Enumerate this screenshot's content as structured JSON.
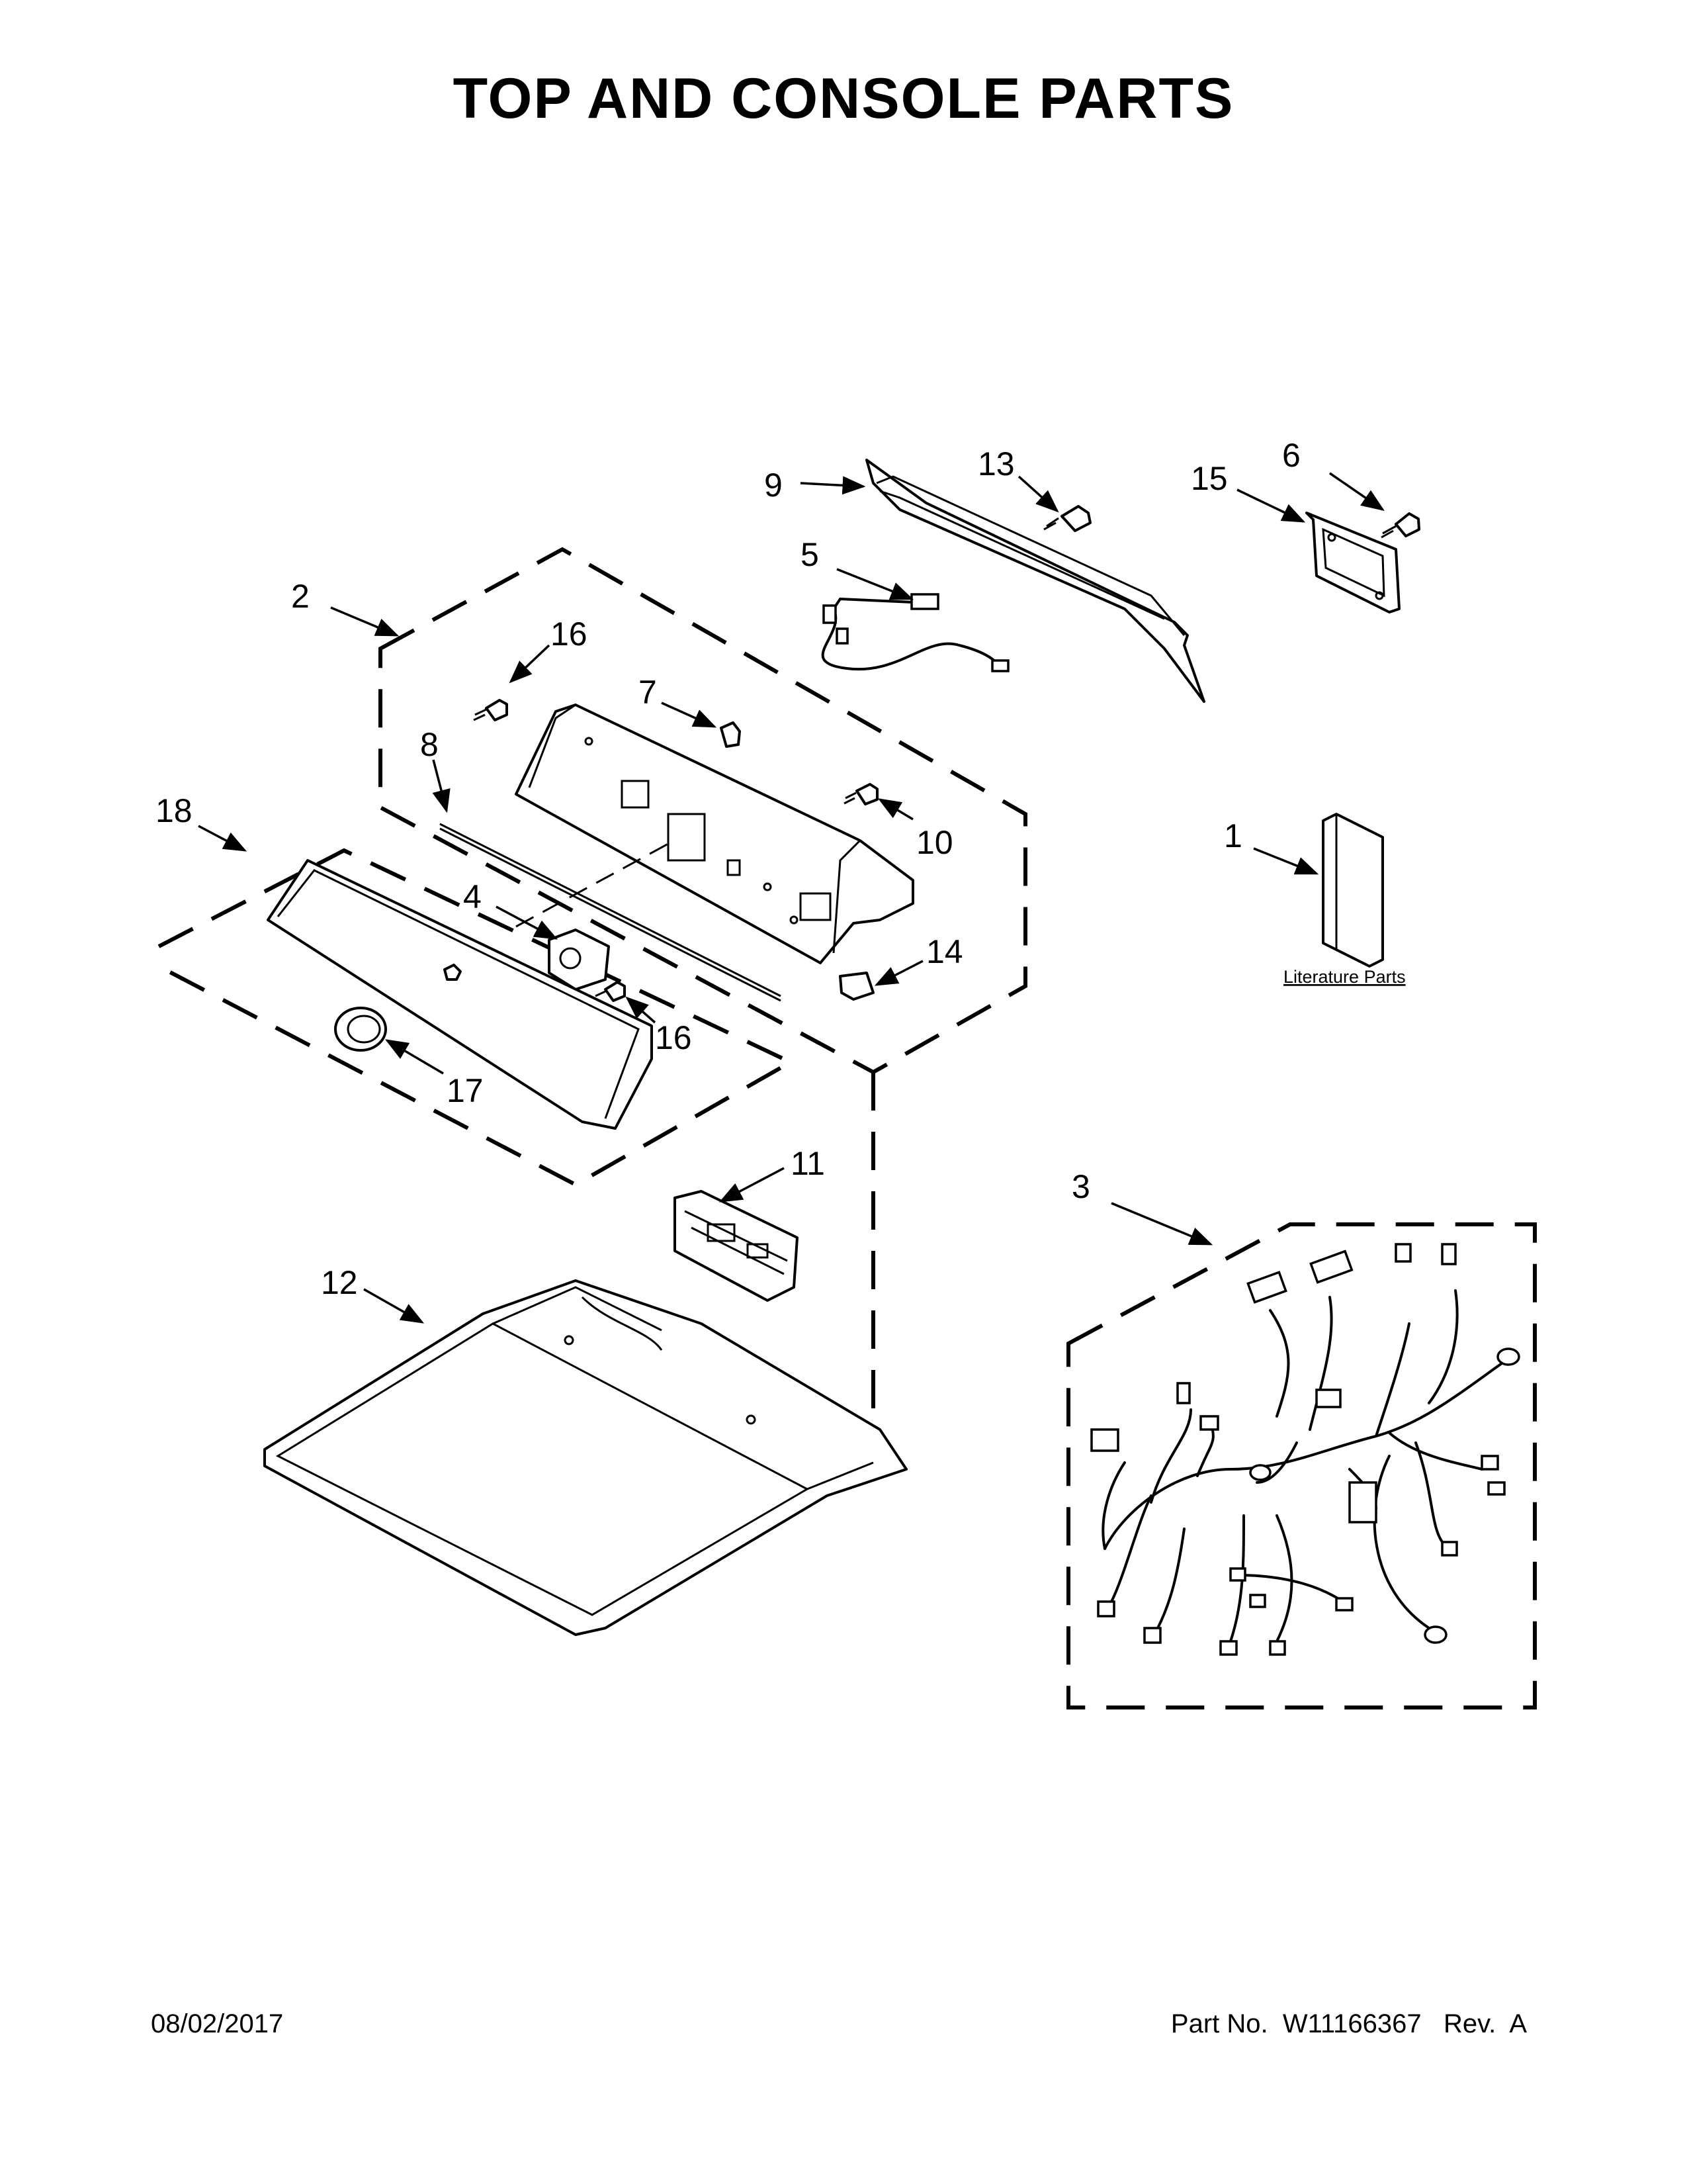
{
  "title": "TOP AND CONSOLE PARTS",
  "footer": {
    "date": "08/02/2017",
    "part_label": "Part No.",
    "part_number": "W11166367",
    "rev_label": "Rev.",
    "rev_value": "A"
  },
  "literature_label": "Literature Parts",
  "callouts": {
    "c1": "1",
    "c2": "2",
    "c3": "3",
    "c4": "4",
    "c5": "5",
    "c6": "6",
    "c7": "7",
    "c8": "8",
    "c9": "9",
    "c10": "10",
    "c11": "11",
    "c12": "12",
    "c13": "13",
    "c14": "14",
    "c15": "15",
    "c16a": "16",
    "c16b": "16",
    "c17": "17",
    "c18": "18"
  }
}
